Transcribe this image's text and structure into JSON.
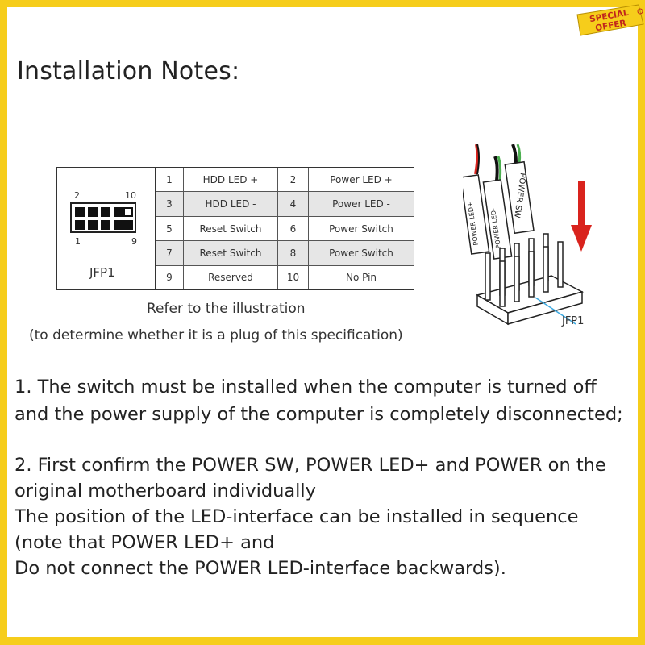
{
  "title": "Installation Notes:",
  "pin_table": {
    "header_left": "2",
    "header_right": "10",
    "footer_left": "1",
    "footer_right": "9",
    "label": "JFP1",
    "rows": [
      {
        "pin_a": "1",
        "name_a": "HDD LED +",
        "pin_b": "2",
        "name_b": "Power LED +"
      },
      {
        "pin_a": "3",
        "name_a": "HDD LED -",
        "pin_b": "4",
        "name_b": "Power LED -"
      },
      {
        "pin_a": "5",
        "name_a": "Reset Switch",
        "pin_b": "6",
        "name_b": "Power Switch"
      },
      {
        "pin_a": "7",
        "name_a": "Reset Switch",
        "pin_b": "8",
        "name_b": "Power Switch"
      },
      {
        "pin_a": "9",
        "name_a": "Reserved",
        "pin_b": "10",
        "name_b": "No Pin"
      }
    ]
  },
  "caption": {
    "line1": "Refer to the illustration",
    "line2": "(to determine whether it is a plug of this specification)"
  },
  "illustration": {
    "connector_1": "POWER LED+",
    "connector_2": "POWER LED-",
    "connector_3": "POWER SW",
    "header_label": "JFP1"
  },
  "notes": {
    "n1_line1": "1. The switch must be installed when the computer is turned off",
    "n1_line2": "and the power supply of the computer is completely disconnected;",
    "n2_line1": "2. First confirm the POWER SW, POWER LED+ and POWER on the",
    "n2_line2": "original motherboard individually",
    "n2_line3": "The position of the LED-interface can be installed in sequence",
    "n2_line4": "(note that POWER LED+ and",
    "n2_line5": "Do not connect the POWER LED-interface backwards)."
  },
  "badge": {
    "line1": "SPECIAL",
    "line2": "OFFER"
  },
  "colors": {
    "frame": "#f6cd1b",
    "arrow": "#d9231d",
    "callout": "#3da9e0"
  }
}
